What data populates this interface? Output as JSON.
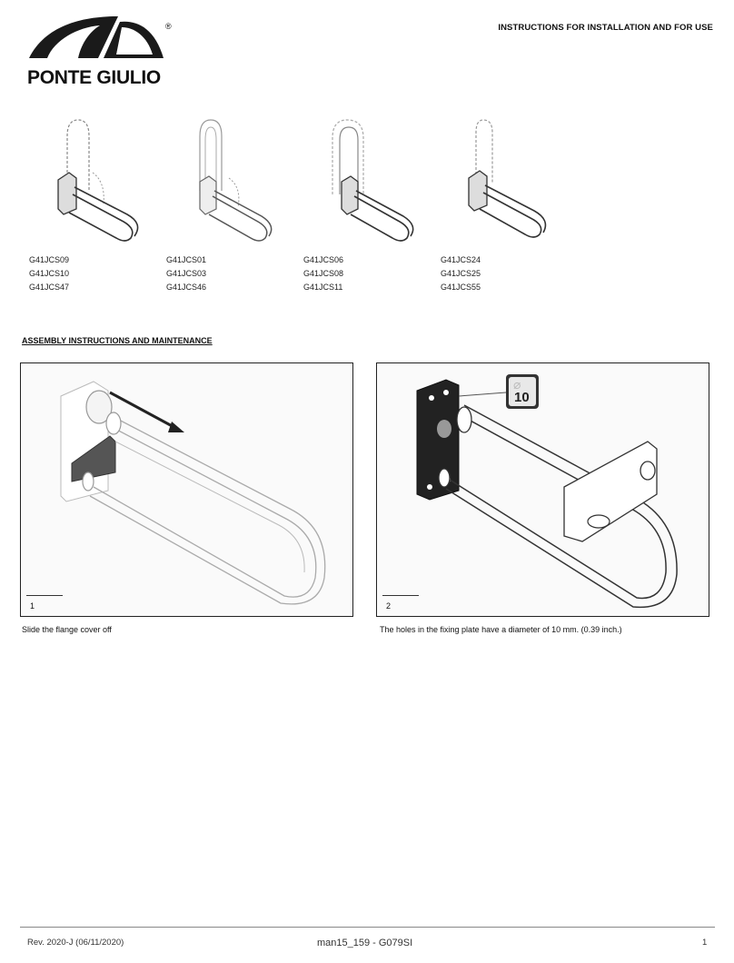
{
  "header": {
    "logo_text": "PONTE GIULIO",
    "registered_mark": "®",
    "doc_title": "INSTRUCTIONS FOR INSTALLATION AND FOR USE"
  },
  "variants": [
    {
      "codes": [
        "G41JCS09",
        "G41JCS10",
        "G41JCS47"
      ]
    },
    {
      "codes": [
        "G41JCS01",
        "G41JCS03",
        "G41JCS46"
      ]
    },
    {
      "codes": [
        "G41JCS06",
        "G41JCS08",
        "G41JCS11"
      ]
    },
    {
      "codes": [
        "G41JCS24",
        "G41JCS25",
        "G41JCS55"
      ]
    }
  ],
  "section_heading": "ASSEMBLY INSTRUCTIONS AND MAINTENANCE",
  "steps": [
    {
      "number": "1",
      "caption": "Slide the flange cover off"
    },
    {
      "number": "2",
      "caption": "The holes in the fixing plate have a diameter of 10 mm. (0.39 inch.)",
      "badge": "10"
    }
  ],
  "footer": {
    "revision": "Rev. 2020-J (06/11/2020)",
    "doc_code": "man15_159 - G079SI",
    "page": "1"
  }
}
